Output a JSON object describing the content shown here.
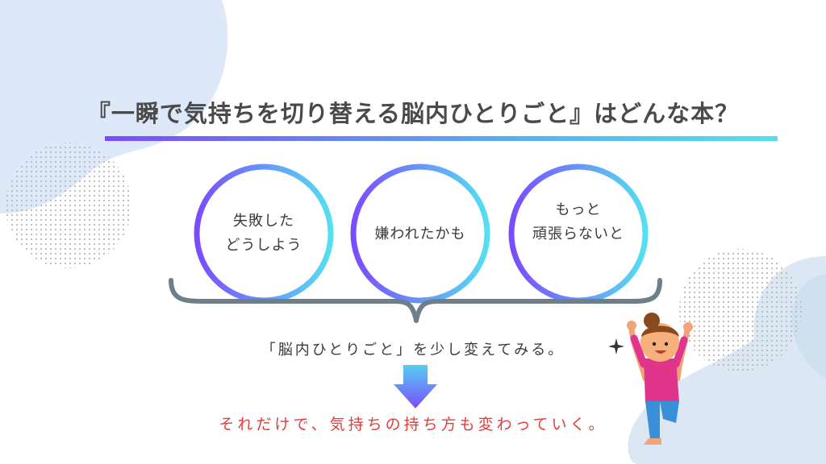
{
  "title": "『一瞬で気持ちを切り替える脳内ひとりごと』はどんな本？",
  "bubbles": [
    {
      "line1": "失敗した",
      "line2": "どうしよう"
    },
    {
      "line1": "嫌われたかも",
      "line2": ""
    },
    {
      "line1": "もっと",
      "line2": "頑張らないと"
    }
  ],
  "caption": "「脳内ひとりごと」を少し変えてみる。",
  "conclusion": "それだけで、気持ちの持ち方も変わっていく。",
  "colors": {
    "accent_purple": "#7b4cff",
    "accent_cyan": "#55dff0",
    "text_red": "#e83a3a",
    "brace_gray": "#6e7f8a"
  }
}
